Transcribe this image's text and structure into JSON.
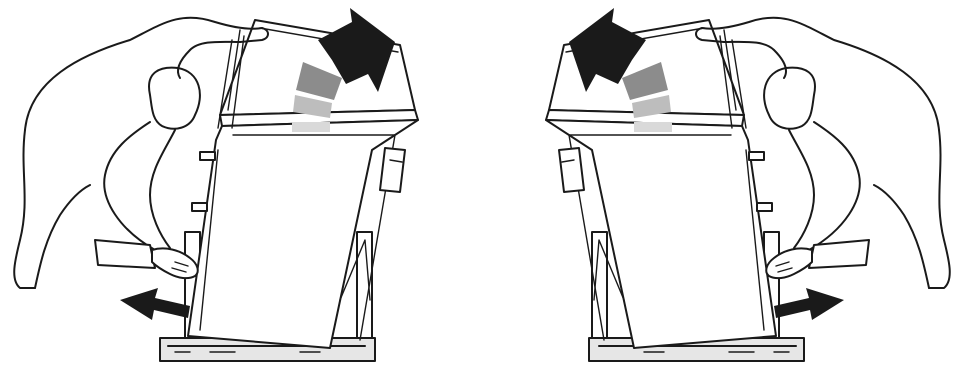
{
  "figure": {
    "panels": [
      {
        "id": "left",
        "rotation_arrow": {
          "direction": "clockwise",
          "segment_colors": [
            "#d9d9d9",
            "#bdbdbd",
            "#8c8c8c",
            "#1a1a1a"
          ]
        },
        "push_arrow_direction": "left"
      },
      {
        "id": "right",
        "rotation_arrow": {
          "direction": "counterclockwise",
          "segment_colors": [
            "#d9d9d9",
            "#bdbdbd",
            "#8c8c8c",
            "#1a1a1a"
          ]
        },
        "push_arrow_direction": "right"
      }
    ],
    "colors": {
      "line": "#1a1a1a",
      "fill": "#ffffff",
      "tray": "#e6e6e6"
    }
  }
}
